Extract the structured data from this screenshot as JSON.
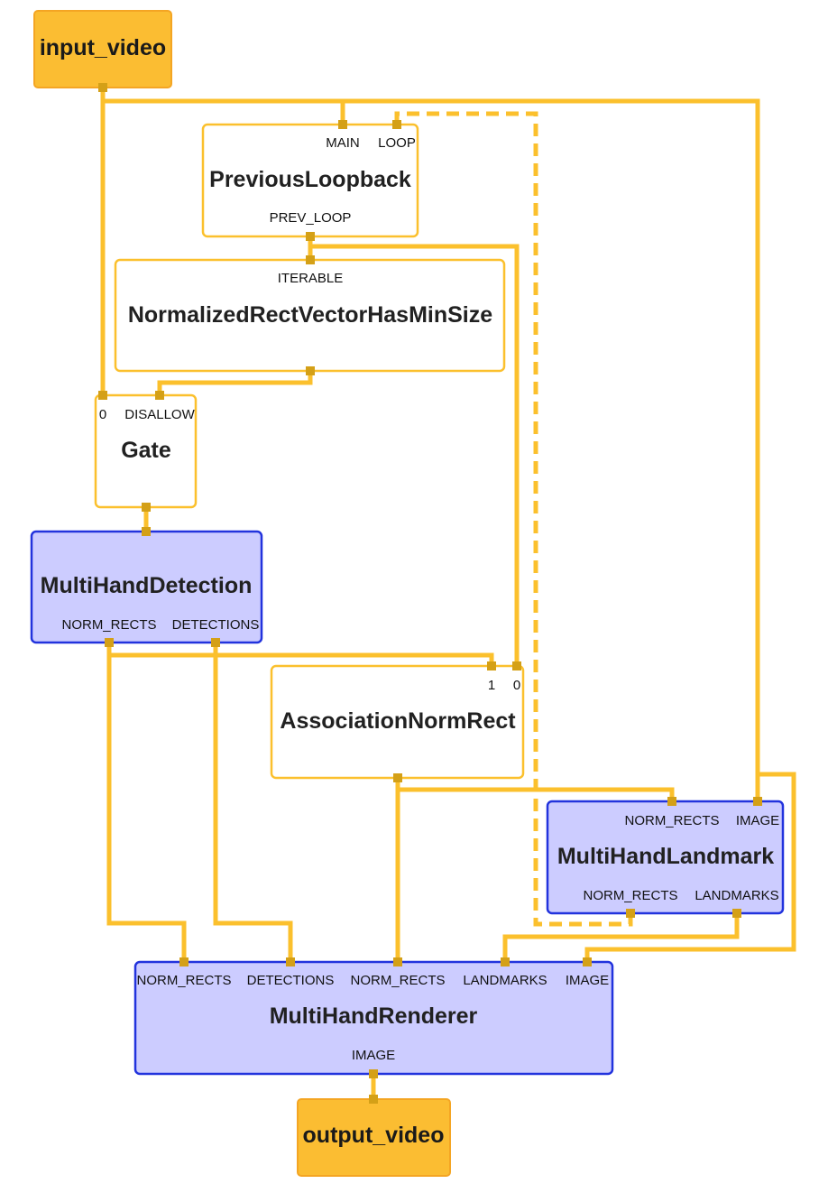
{
  "nodes": {
    "input_video": {
      "label": "input_video"
    },
    "previous_loopback": {
      "label": "PreviousLoopback",
      "inputs": [
        "MAIN",
        "LOOP"
      ],
      "outputs": [
        "PREV_LOOP"
      ]
    },
    "has_min_size": {
      "label": "NormalizedRectVectorHasMinSize",
      "inputs": [
        "ITERABLE"
      ]
    },
    "gate": {
      "label": "Gate",
      "inputs": [
        "0",
        "DISALLOW"
      ]
    },
    "multi_hand_detection": {
      "label": "MultiHandDetection",
      "outputs": [
        "NORM_RECTS",
        "DETECTIONS"
      ]
    },
    "association": {
      "label": "AssociationNormRect",
      "inputs": [
        "1",
        "0"
      ]
    },
    "multi_hand_landmark": {
      "label": "MultiHandLandmark",
      "inputs": [
        "NORM_RECTS",
        "IMAGE"
      ],
      "outputs": [
        "NORM_RECTS",
        "LANDMARKS"
      ]
    },
    "multi_hand_renderer": {
      "label": "MultiHandRenderer",
      "inputs": [
        "NORM_RECTS",
        "DETECTIONS",
        "NORM_RECTS",
        "LANDMARKS",
        "IMAGE"
      ],
      "outputs": [
        "IMAGE"
      ]
    },
    "output_video": {
      "label": "output_video"
    }
  },
  "colors": {
    "edge": "#fbc02d",
    "port": "#d4a017",
    "io_fill": "#fbbd32",
    "subgraph_fill": "#ccccff",
    "subgraph_stroke": "#2233dd",
    "calculator_stroke": "#fbc02d"
  }
}
